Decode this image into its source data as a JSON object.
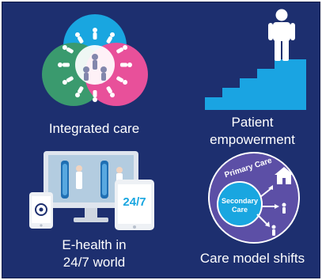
{
  "quadrants": {
    "integrated_care": {
      "label": "Integrated care"
    },
    "patient_empowerment": {
      "label_line1": "Patient",
      "label_line2": "empowerment"
    },
    "ehealth": {
      "label_line1": "E-health in",
      "label_line2": "24/7 world",
      "tablet_text": "24/7"
    },
    "care_model": {
      "label": "Care model shifts",
      "outer_ring": "Primary Care",
      "inner_line1": "Secondary",
      "inner_line2": "Care"
    }
  },
  "colors": {
    "background": "#1d2f6f",
    "venn_blue": "#19a6e0",
    "venn_green": "#3a9a6e",
    "venn_pink": "#e8509a",
    "stairs": "#1aa4e2",
    "figure": "#ffffff",
    "care_outer": "#5c4fa6",
    "care_inner": "#19a6e0"
  },
  "icons": [
    "venn-icon",
    "person-icon",
    "stairs-icon",
    "monitor-icon",
    "tablet-icon",
    "phone-icon",
    "house-icon",
    "care-circle-icon"
  ]
}
